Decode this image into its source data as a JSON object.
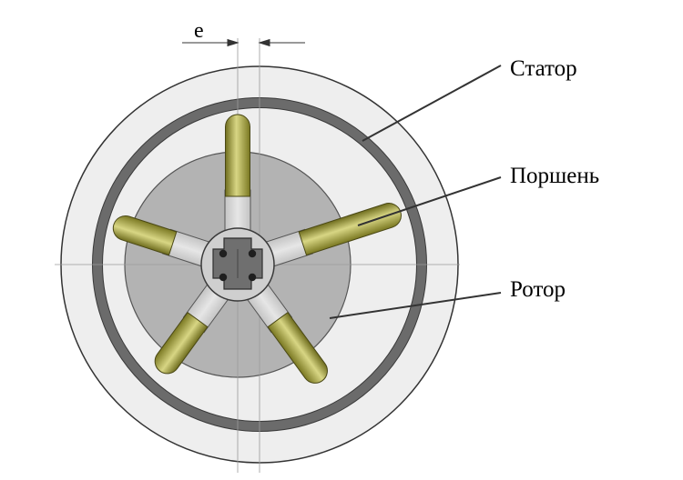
{
  "labels": {
    "eccentricity": "e",
    "stator": "Статор",
    "piston": "Поршень",
    "rotor": "Ротор"
  },
  "colors": {
    "background": "#ffffff",
    "stator_body": "#eeeeee",
    "stator_ring": "#6b6b6b",
    "rotor": "#b3b3b3",
    "piston": "#9c9a35",
    "piston_highlight": "#d6d47e",
    "cylinder": "#d6d6d6",
    "hub": "#cfcfcf",
    "shaft": "#6f6f6f",
    "outline": "#3a3a3a",
    "centerline": "#9a9a9a"
  }
}
